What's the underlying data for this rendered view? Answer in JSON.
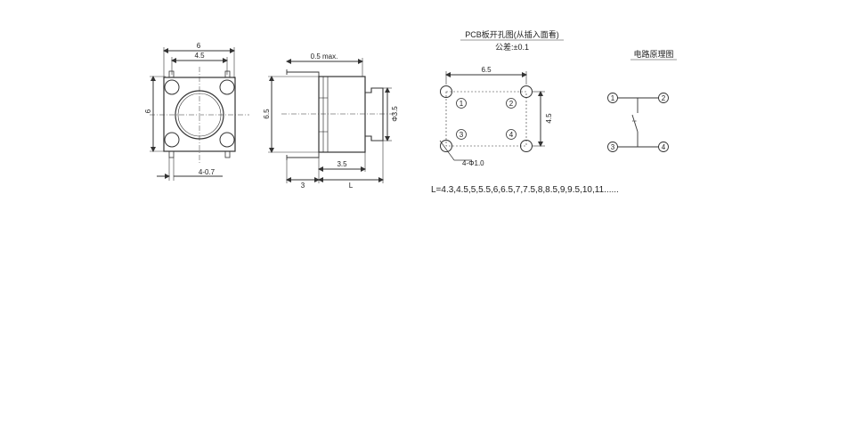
{
  "top_view": {
    "width_label": "6",
    "pin_spacing_label": "4.5",
    "height_label": "6",
    "pin_width_label": "4-0.7"
  },
  "side_view": {
    "max_label": "0.5 max.",
    "height_label": "6.5",
    "diameter_label": "Φ3.5",
    "stem_label": "3.5",
    "base_label": "3",
    "length_label": "L"
  },
  "pcb": {
    "title": "PCB板开孔图(从插入面看)",
    "tolerance": "公差:±0.1",
    "width_label": "6.5",
    "height_label": "4.5",
    "hole_label": "4-Φ1.0",
    "pins": [
      "1",
      "2",
      "3",
      "4"
    ]
  },
  "schematic": {
    "title": "电路原理图",
    "pins": [
      "1",
      "2",
      "3",
      "4"
    ]
  },
  "length_options": "L=4.3,4.5,5,5.5,6,6.5,7,7.5,8,8.5,9,9.5,10,11......"
}
